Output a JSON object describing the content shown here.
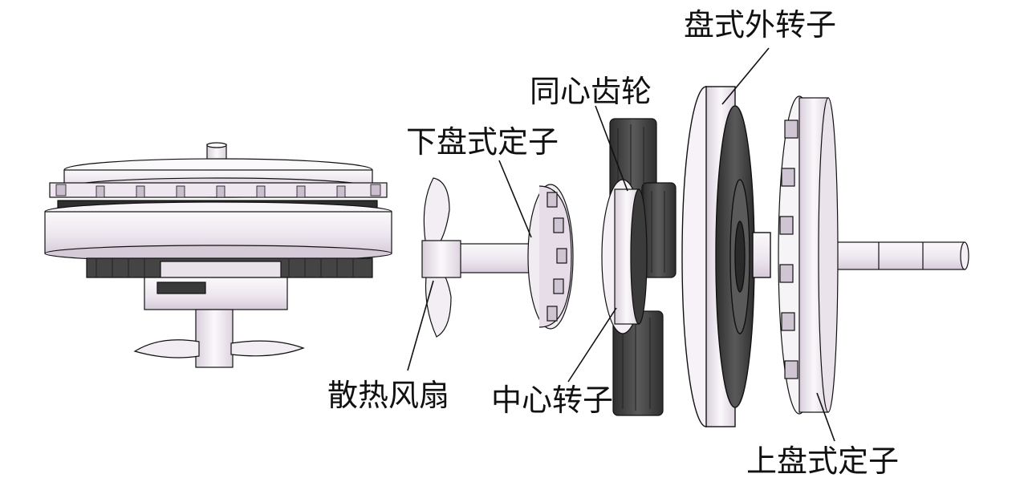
{
  "labels": {
    "outer_rotor": "盘式外转子",
    "concentric_gear": "同心齿轮",
    "lower_stator": "下盘式定子",
    "cooling_fan": "散热风扇",
    "center_rotor": "中心转子",
    "upper_stator": "上盘式定子"
  },
  "colors": {
    "part_light": "#f4eff4",
    "part_shade": "#d9cfdc",
    "gear_dark": "#4a4a4a",
    "rotor_dark": "#3a3a3a",
    "outline": "#111111"
  }
}
